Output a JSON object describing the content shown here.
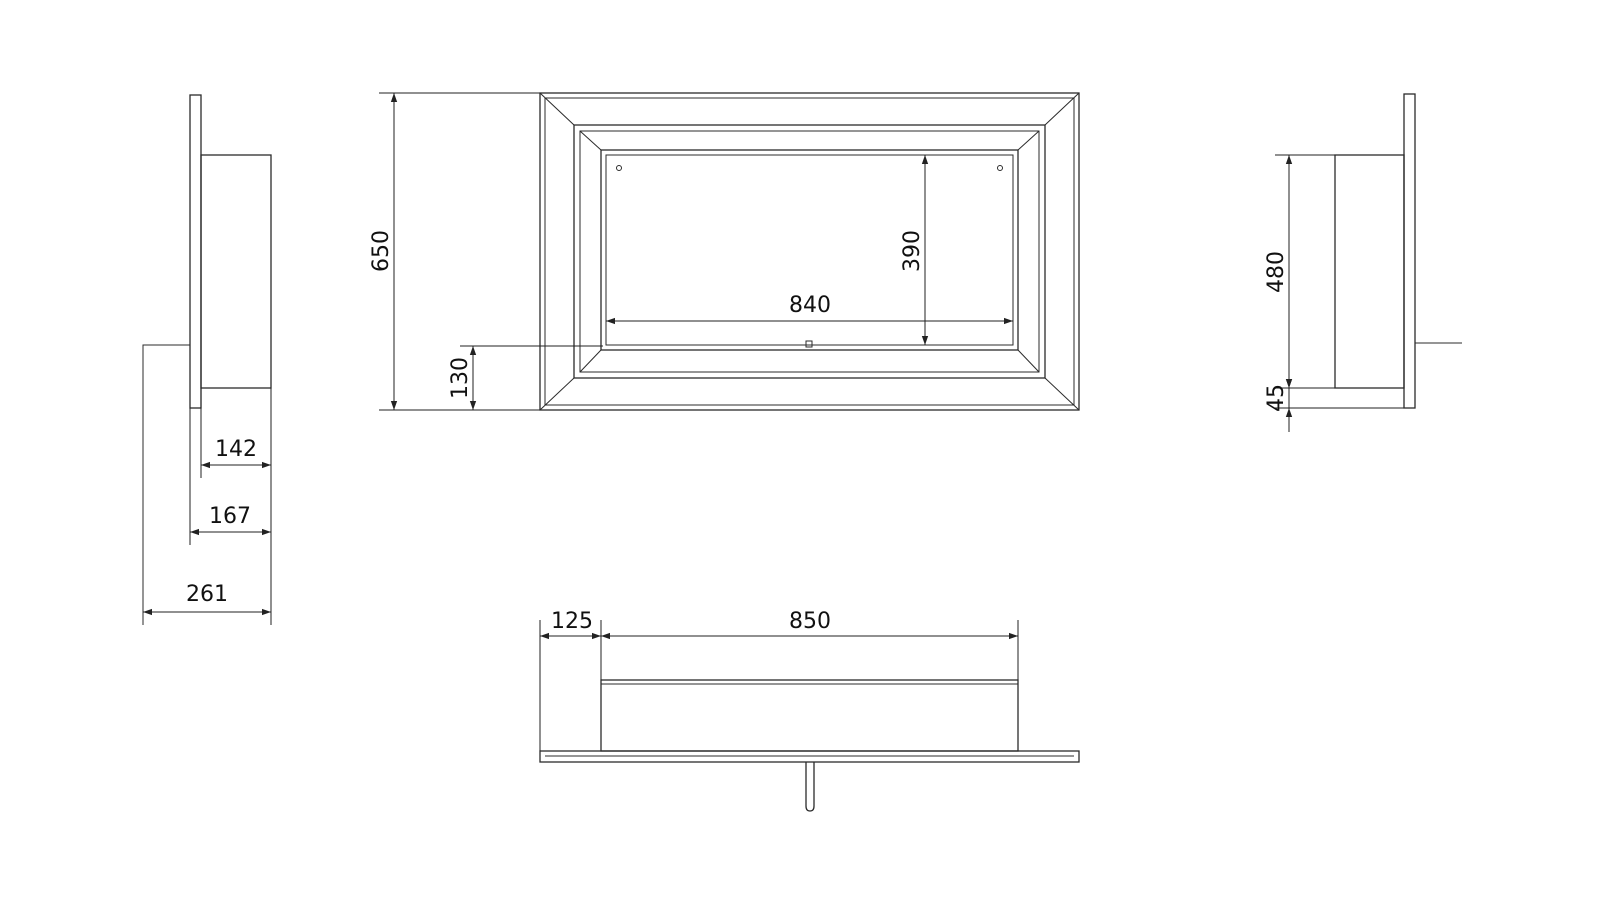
{
  "dimensions": {
    "left_view": {
      "depth_body": "142",
      "depth_total": "167",
      "depth_with_pipe": "261"
    },
    "front_view": {
      "overall_height": "650",
      "opening_height": "390",
      "opening_width": "840",
      "bottom_offset": "130"
    },
    "right_view": {
      "body_height": "480",
      "bottom_offset": "45"
    },
    "top_view": {
      "side_offset": "125",
      "body_width": "850"
    }
  },
  "colors": {
    "line": "#2b2b2b",
    "background": "#ffffff"
  }
}
